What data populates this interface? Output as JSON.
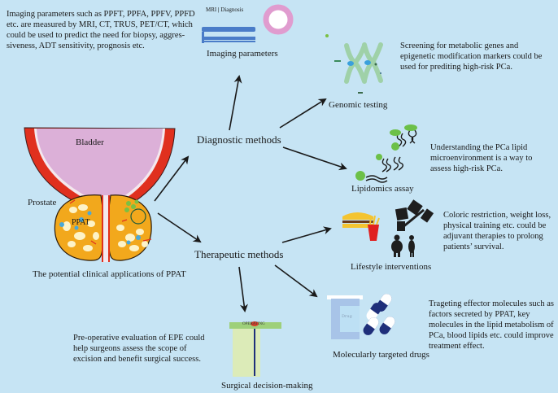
{
  "center": {
    "caption": "The potential clinical applications of PPAT",
    "bladder_label": "Bladder",
    "prostate_label": "Prostate",
    "ppat_label": "PPAT"
  },
  "branches": {
    "diagnostic": "Diagnostic methods",
    "therapeutic": "Therapeutic methods"
  },
  "diagnostic_items": {
    "imaging": {
      "title": "Imaging parameters",
      "icon_text_left": "MRI",
      "icon_text_right": "Diagnosis",
      "description": "Imaging parameters such as PPFT, PPFA, PPFV, PPFD etc. are measured by MRI, CT, TRUS, PET/CT, which could be used to predict the need for biopsy, aggres-siveness, ADT sensitivity, prognosis etc."
    },
    "genomic": {
      "title": "Genomic testing",
      "description": "Screening for metabolic genes and epigenetic modification markers could be used for prediting high-risk PCa."
    },
    "lipidomics": {
      "title": "Lipidomics assay",
      "description": "Understanding the PCa lipid microenvironment is a way to assess high-risk PCa."
    }
  },
  "therapeutic_items": {
    "lifestyle": {
      "title": "Lifestyle interventions",
      "description": "Coloric restriction, weight loss, physical training etc. could be adjuvant therapies to prolong patients’ survival."
    },
    "drugs": {
      "title": "Molecularly targeted drugs",
      "icon_text": "Drug",
      "description": "Trageting effector molecules such as factors secreted by PPAT, key molecules in the lipid metabolism of PCa,  blood lipids etc. could improve treatment effect."
    },
    "surgical": {
      "title": "Surgical decision-making",
      "icon_text": "OPERATING",
      "description": "Pre-operative evaluation of EPE could help surgeons assess the scope of excision and benefit surgical success."
    }
  },
  "colors": {
    "background": "#c6e4f4",
    "bladder_fill": "#dcb0d8",
    "bladder_wall": "#e0301e",
    "prostate_fill": "#f2a81c",
    "arrow": "#1a1a1a"
  }
}
